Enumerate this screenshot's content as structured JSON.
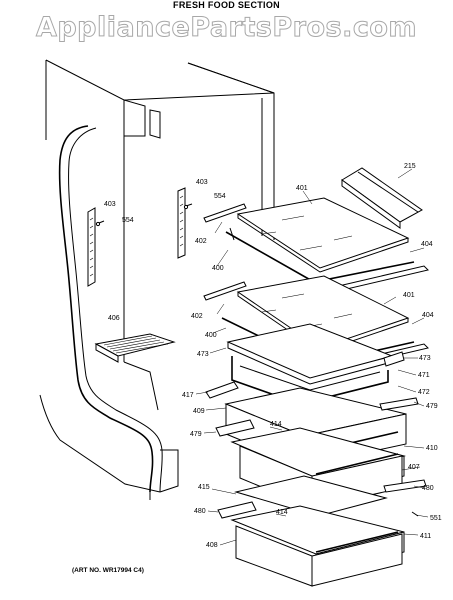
{
  "header": {
    "section_title": "FRESH FOOD SECTION",
    "watermark": "AppliancePartsPros.com"
  },
  "footer": {
    "art_number": "(ART NO. WR17994 C4)"
  },
  "part_labels": {
    "p215": "215",
    "p401a": "401",
    "p401b": "401",
    "p402a": "402",
    "p402b": "402",
    "p403a": "403",
    "p403b": "403",
    "p404a": "404",
    "p404b": "404",
    "p554a": "554",
    "p554b": "554",
    "p400a": "400",
    "p400b": "400",
    "p406": "406",
    "p473a": "473",
    "p473b": "473",
    "p471": "471",
    "p472": "472",
    "p417": "417",
    "p409": "409",
    "p479a": "479",
    "p479b": "479",
    "p414a": "414",
    "p414b": "414",
    "p410": "410",
    "p407": "407",
    "p480a": "480",
    "p480b": "480",
    "p415": "415",
    "p551": "551",
    "p411": "411",
    "p408": "408"
  }
}
